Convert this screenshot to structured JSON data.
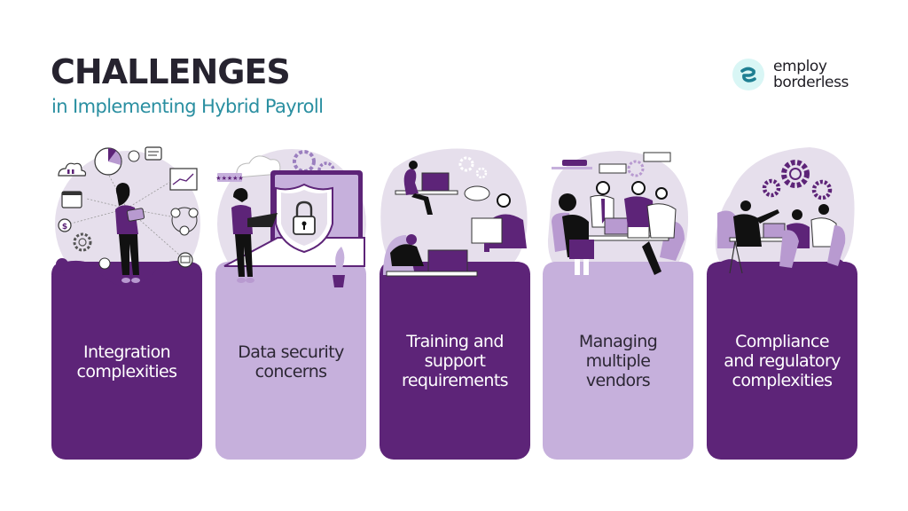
{
  "header": {
    "title": "CHALLENGES",
    "subtitle": "in Implementing Hybrid Payroll"
  },
  "logo": {
    "line1": "employ",
    "line2": "borderless",
    "mark_icon": "e-logo-icon",
    "mark_bg": "#d9f6f5",
    "mark_color": "#1e7f92"
  },
  "colors": {
    "title": "#26232f",
    "subtitle": "#2a8fa1",
    "card_dark": "#5d2478",
    "card_light": "#c6b0dc",
    "blob": "#e6dfec"
  },
  "cards": [
    {
      "label_line1": "Integration",
      "label_line2": "complexities",
      "label_line3": "",
      "style": "dark",
      "illustration": "woman-with-tablet-integrations-illustration"
    },
    {
      "label_line1": "Data security",
      "label_line2": "concerns",
      "label_line3": "",
      "style": "light",
      "illustration": "laptop-shield-lock-illustration"
    },
    {
      "label_line1": "Training and",
      "label_line2": "support",
      "label_line3": "requirements",
      "style": "dark",
      "illustration": "remote-support-agents-illustration"
    },
    {
      "label_line1": "Managing",
      "label_line2": "multiple",
      "label_line3": "vendors",
      "style": "light",
      "illustration": "team-meeting-table-illustration"
    },
    {
      "label_line1": "Compliance",
      "label_line2": "and regulatory",
      "label_line3": "complexities",
      "style": "dark",
      "illustration": "office-meeting-gears-illustration"
    }
  ]
}
